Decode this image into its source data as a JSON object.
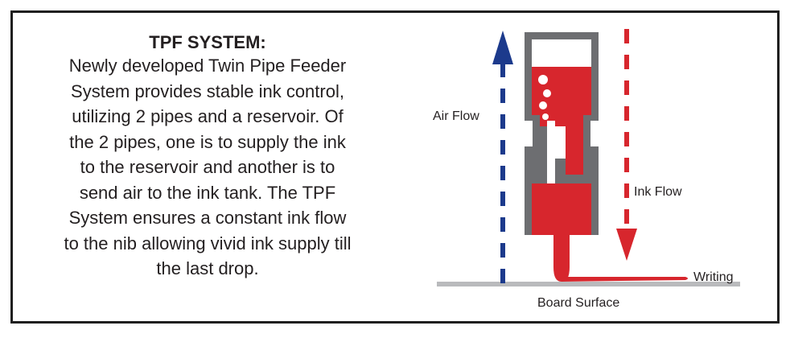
{
  "description": {
    "title": "TPF SYSTEM:",
    "lines": [
      "Newly developed Twin Pipe Feeder",
      "System provides stable ink control,",
      "utilizing 2 pipes and a reservoir. Of",
      "the 2 pipes, one is to supply the ink",
      "to the reservoir and another is to",
      "send air to the ink tank. The TPF",
      "System ensures a constant ink flow",
      "to the nib allowing vivid ink supply till",
      "the last drop."
    ]
  },
  "diagram": {
    "labels": {
      "air_flow": "Air Flow",
      "ink_flow": "Ink Flow",
      "writing": "Writing",
      "board_surface": "Board Surface"
    },
    "colors": {
      "ink": "#d7262d",
      "air": "#1c3a8c",
      "body": "#6d6e71",
      "board": "#b9babc",
      "frame": "#1f1f1f"
    }
  }
}
